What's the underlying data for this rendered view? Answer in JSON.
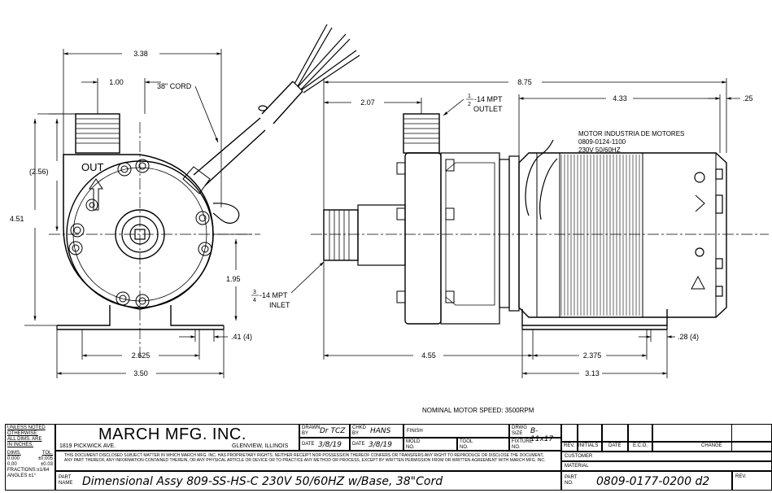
{
  "dims": {
    "w_338": "3.38",
    "w_100": "1.00",
    "cord_label": "38\" CORD",
    "h_256": "(2.56)",
    "h_451": "4.51",
    "h_195": "1.95",
    "d_041": ".41 (4)",
    "w_2625": "2.625",
    "w_350": "3.50",
    "w_875": "8.75",
    "w_207": "2.07",
    "outlet_frac_num": "1",
    "outlet_frac_den": "2",
    "outlet_label": "-14 MPT",
    "outlet_word": "OUTLET",
    "w_433": "4.33",
    "w_025": ".25",
    "inlet_frac_num": "3",
    "inlet_frac_den": "4",
    "inlet_label": "-14 MPT",
    "inlet_word": "INLET",
    "w_455": "4.55",
    "w_2375": "2.375",
    "w_313": "3.13",
    "d_028": ".28 (4)",
    "out_text": "OUT"
  },
  "motor_label": {
    "line1": "MOTOR INDUSTRIA DE MOTORES",
    "line2": "0809-0124-1100",
    "line3": "230V 50/60HZ"
  },
  "nominal_speed": "NOMINAL MOTOR SPEED: 3500RPM",
  "title_block": {
    "tol_hdr1": "UNLESS NOTED",
    "tol_hdr2": "OTHERWISE:",
    "tol_hdr3": "ALL DIMS. ARE",
    "tol_hdr4": "IN INCHES.",
    "tol_col1": "DIMS.",
    "tol_col2": "TOL.",
    "tol_r1a": "0.000",
    "tol_r1b": "±0.005",
    "tol_r2a": "0.00",
    "tol_r2b": "±0.03",
    "tol_r3": "FRACTIONS:±1/64",
    "tol_r4": "ANGLES  ±1°",
    "company": "MARCH MFG. INC.",
    "address": "1819 PICKWICK AVE.",
    "city": "GLENVIEW, ILLINOIS",
    "drawn_label": "DRAWN BY",
    "drawn_by": "Dr TCZ",
    "chkd_label": "CHKD BY",
    "chkd_by": "HANS",
    "finish_label": "FINISH",
    "drwg_label": "DRWG SIZE",
    "drwg_size": "B-11x17",
    "date_label": "DATE",
    "date1": "3/8/19",
    "date2": "3/8/19",
    "mold_label": "MOLD NO.",
    "tool_label": "TOOL NO.",
    "fixture_label": "FIXTURE NO.",
    "disclaimer": "THIS DOCUMENT DISCLOSED SUBJECT MATTER IN WHICH MARCH MFG. INC. HAS PROPRIETARY RIGHTS. NEITHER RECEIPT NOR POSSESSION THEREOF CONFERS OR TRANSFERS ANY RIGHT TO REPRODUCE OR DISCLOSE THE DOCUMENT, ANY PART THEREOF, ANY INFORMATION CONTAINED THEREIN, OR ANY PHYSICAL ARTICLE OR DEVICE OR TO PRACTICE ANY METHOD OR PROCESS, EXCEPT BY WRITTEN PERMISSION FROM OR WRITTEN AGREEMENT WITH MARCH MFG. INC.",
    "part_name_label": "PART NAME",
    "part_name": "Dimensional Assy 809-SS-HS-C 230V 50/60HZ w/Base, 38\"Cord",
    "rev_col": "REV.",
    "initials_col": "INITIALS",
    "date_col": "DATE",
    "eco_col": "E.C.O.",
    "change_col": "CHANGE",
    "customer_label": "CUSTOMER",
    "material_label": "MATERIAL",
    "part_no_label": "PART NO.",
    "part_no": "0809-0177-0200 d2",
    "rev_label": "REV."
  }
}
